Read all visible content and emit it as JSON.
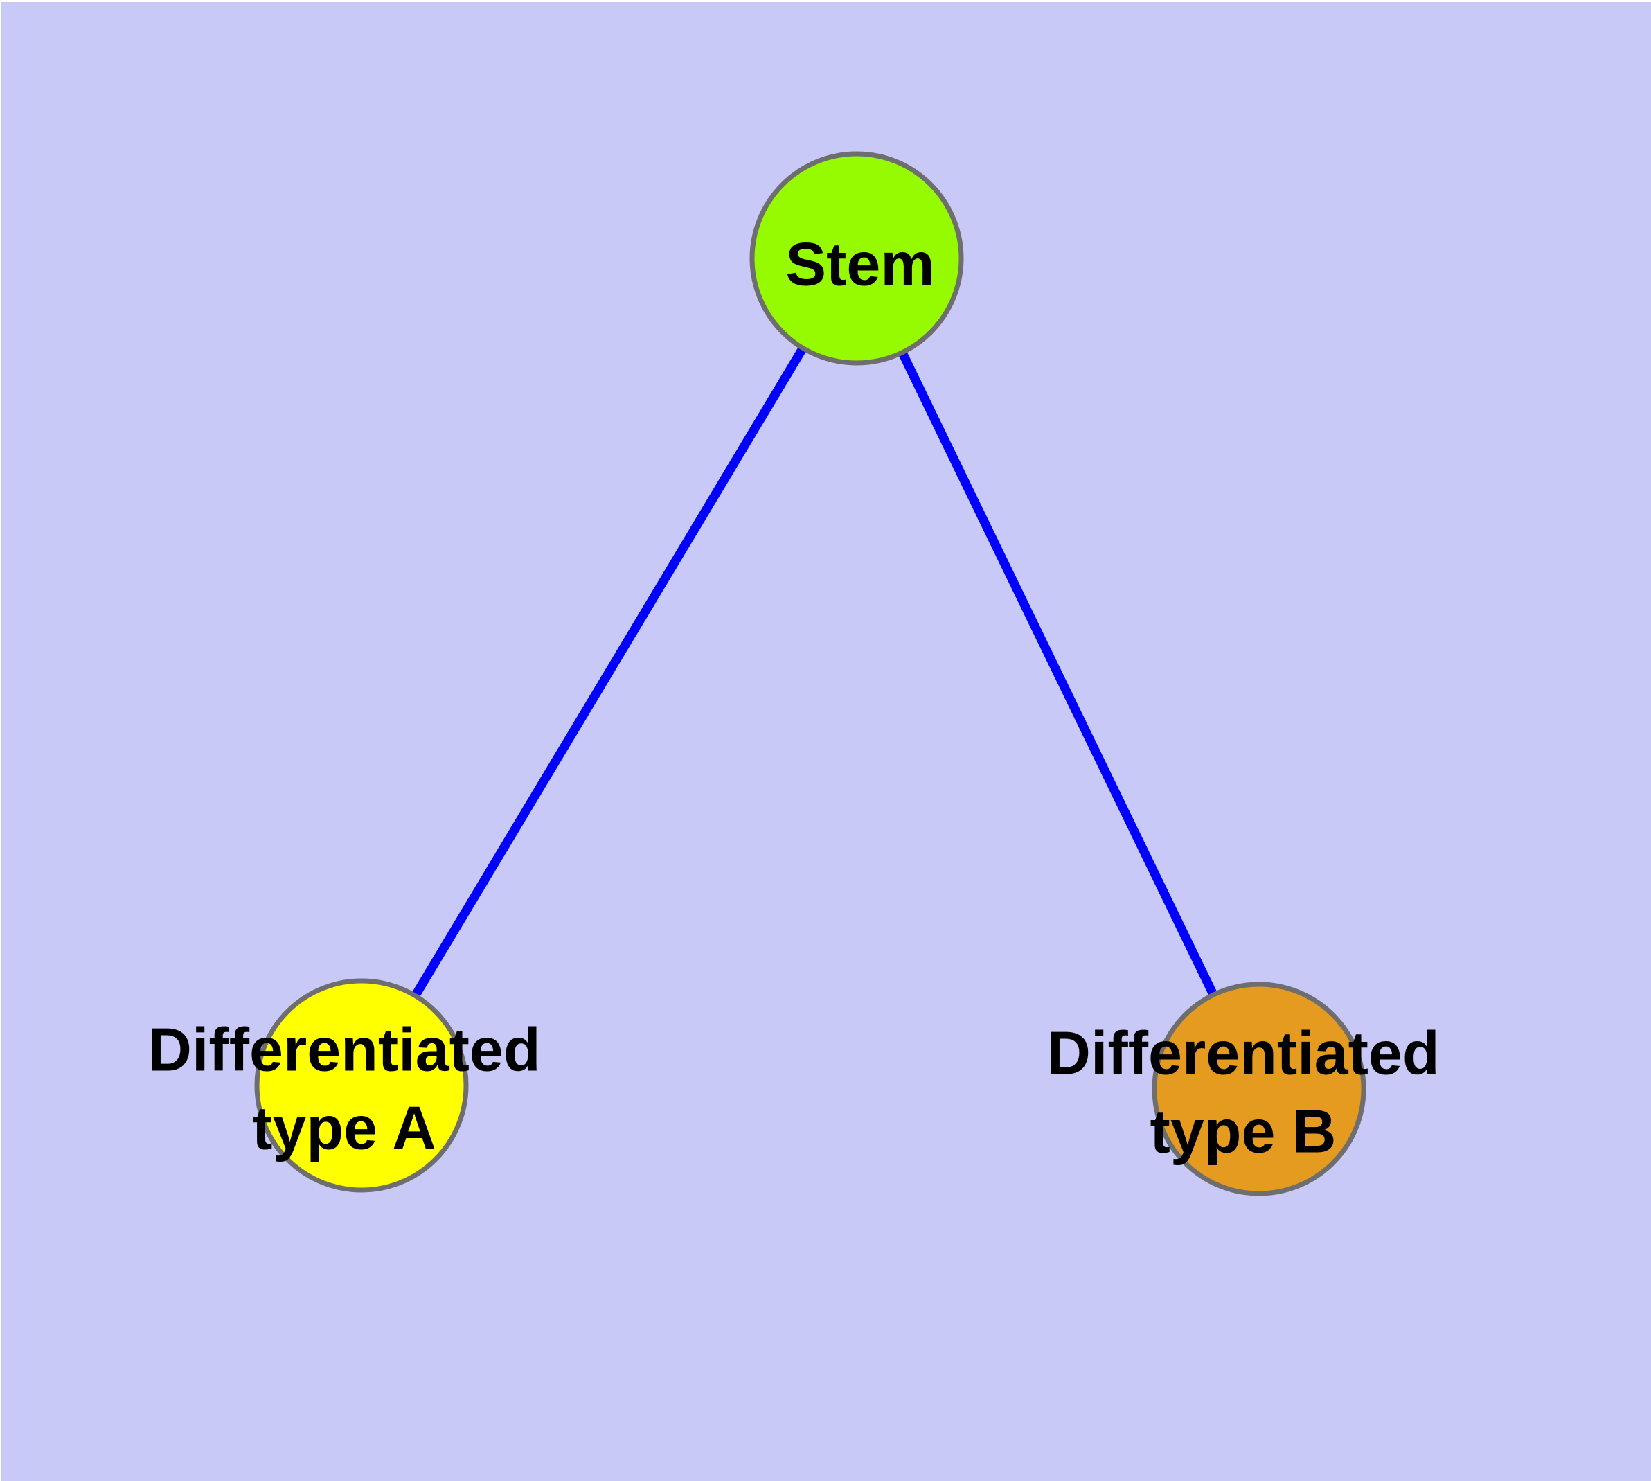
{
  "diagram": {
    "type": "graph",
    "description": "Stem cell differentiation tree: one stem node connected to two differentiated cell type nodes",
    "colors": {
      "background": "#C9C9F7",
      "edge": "#0000FF",
      "node_border": "#6E6E6E",
      "label_text": "#000000"
    },
    "nodes": {
      "stem": {
        "label": "Stem",
        "fill": "#96FA00"
      },
      "type_a": {
        "label_line1": "Differentiated",
        "label_line2": "type A",
        "fill": "#FFFF00"
      },
      "type_b": {
        "label_line1": "Differentiated",
        "label_line2": "type B",
        "fill": "#E49B20"
      }
    },
    "edges": [
      {
        "from": "Stem",
        "to": "Differentiated type A"
      },
      {
        "from": "Stem",
        "to": "Differentiated type B"
      }
    ]
  }
}
